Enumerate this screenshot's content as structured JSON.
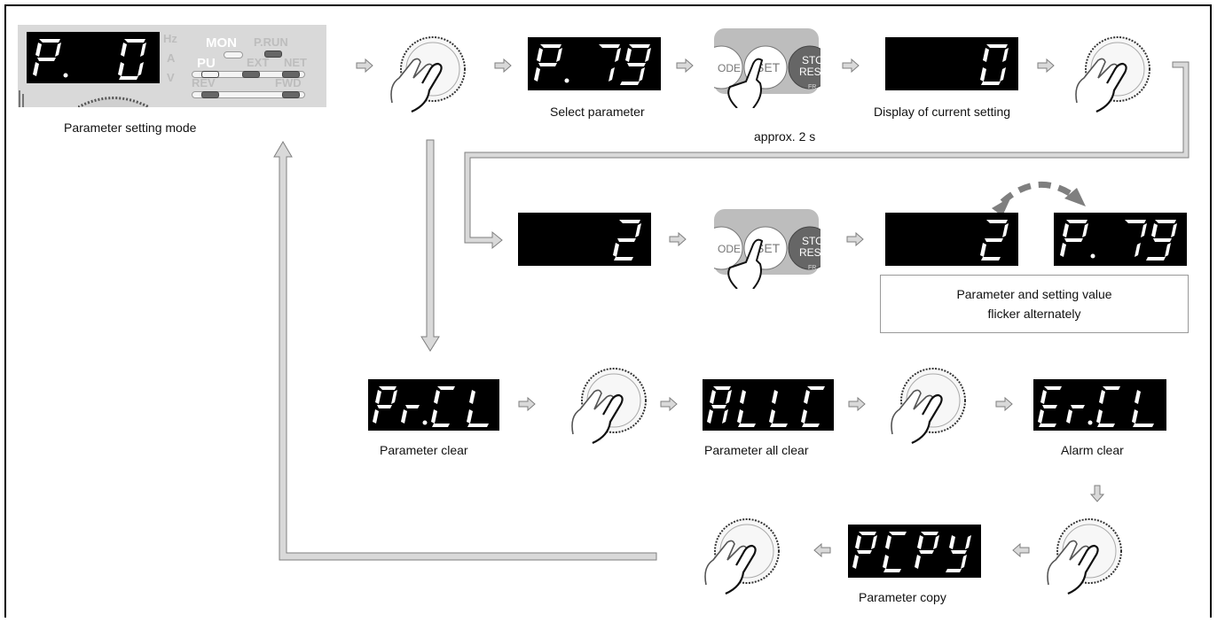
{
  "captions": {
    "parameter_setting_mode": "Parameter setting mode",
    "select_parameter": "Select parameter",
    "approx_2s": "approx. 2 s",
    "display_current_setting": "Display of current setting",
    "parameter_clear": "Parameter clear",
    "parameter_all_clear": "Parameter all clear",
    "alarm_clear": "Alarm clear",
    "parameter_copy": "Parameter copy"
  },
  "note": {
    "line1": "Parameter and setting value",
    "line2": "flicker alternately"
  },
  "displays": {
    "mode": "P.   0",
    "select": "P. 79",
    "current": "0",
    "new_value": "2",
    "flicker_value": "2",
    "flicker_param": "P. 79",
    "pr_cl": "Pr.CL",
    "allc": "ALLC",
    "er_cl": "Er.CL",
    "pcpy": "PCPY"
  },
  "panel": {
    "unit_hz": "Hz",
    "unit_a": "A",
    "unit_v": "V",
    "mon": "MON",
    "prun": "P.RUN",
    "pu": "PU",
    "ext": "EXT",
    "net": "NET",
    "rev": "REV",
    "fwd": "FWD"
  },
  "keys": {
    "mode_partial": "ODE",
    "set": "SET",
    "stop_partial_1": "STO",
    "stop_partial_2": "RESE",
    "fr_partial": "FR"
  },
  "icons": {
    "dial": "setting-dial-with-finger-icon",
    "set_key": "set-key-press-icon",
    "arrow": "arrow-right-icon"
  },
  "colors": {
    "display_bg": "#000000",
    "segment": "#ffffff",
    "panel_bg": "#d9d9d9",
    "arrow_fill": "#d9d9d9",
    "arrow_stroke": "#7f7f7f",
    "flicker_arrow": "#7f7f7f"
  }
}
